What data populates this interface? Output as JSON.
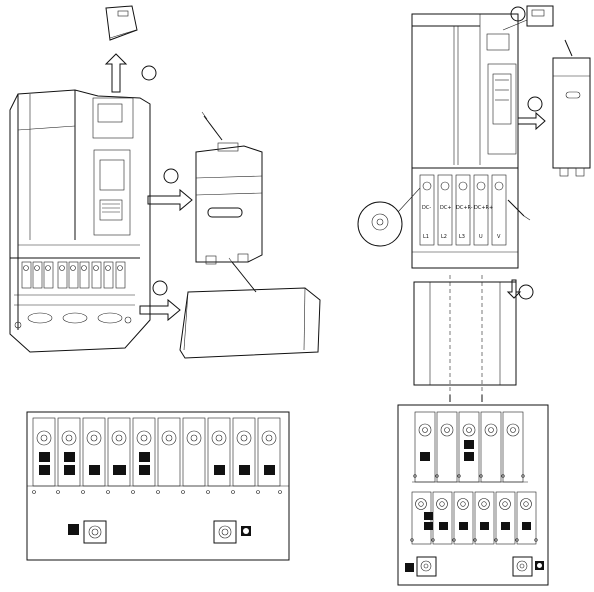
{
  "figure": {
    "left_panel": {
      "arrows": [
        "up",
        "right",
        "right"
      ],
      "circle_markers": 3
    },
    "right_panel": {
      "terminal_labels_top": [
        "DC-",
        "DC+",
        "DC+R-",
        "DC+R+"
      ],
      "terminal_labels_bottom": [
        "L1",
        "L2",
        "L3",
        "U",
        "V"
      ],
      "circle_markers": 3
    },
    "left_terminal_block": {
      "terminals": 10,
      "black_squares_pattern": [
        2,
        2,
        1,
        1,
        2,
        0,
        0,
        1,
        1,
        1
      ]
    },
    "right_terminal_block": {
      "top_row_terminals": 5,
      "bottom_row_terminals": 6
    }
  }
}
